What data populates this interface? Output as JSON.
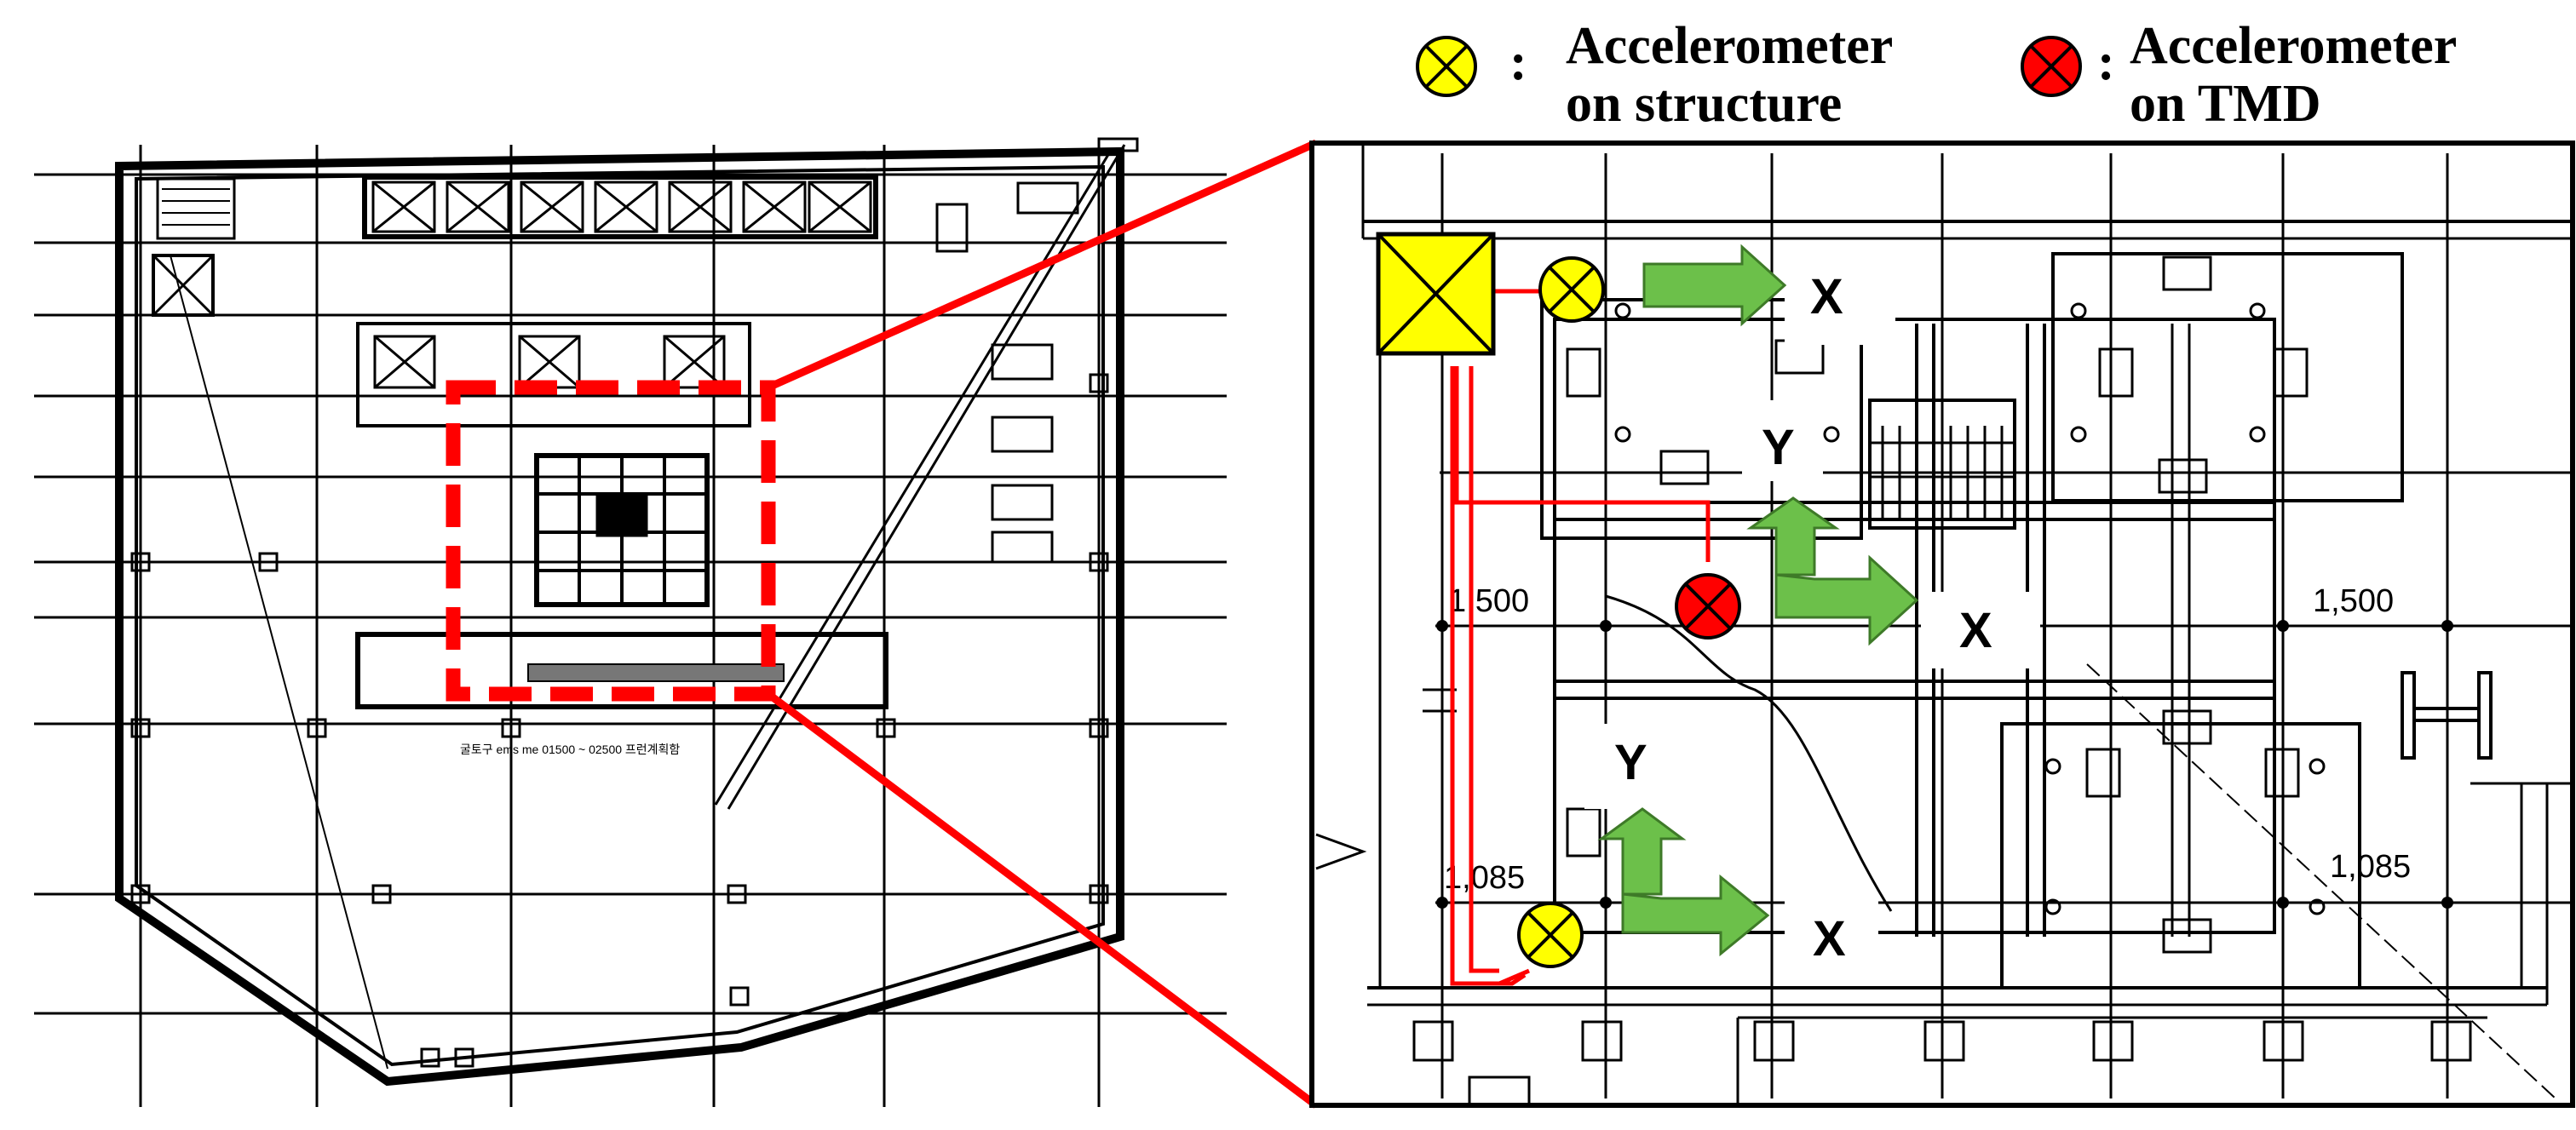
{
  "legend": {
    "items": [
      {
        "color": "#ffff00",
        "colon": ":",
        "label_line1": "Accelerometer",
        "label_line2": "on structure"
      },
      {
        "color": "#ff0000",
        "colon": ":",
        "label_line1": "Accelerometer",
        "label_line2": "on TMD"
      }
    ]
  },
  "detail": {
    "dimensions": {
      "top_left": "1,500",
      "top_right": "1,500",
      "bottom_left": "1,085",
      "bottom_right": "1,085"
    },
    "axis_labels": {
      "x_top": "X",
      "y_mid": "Y",
      "x_mid": "X",
      "y_bottom": "Y",
      "x_bottom": "X"
    }
  },
  "floor_plan": {
    "note": "굴토구 ems me 01500 ~ 02500 프런계획함"
  },
  "colors": {
    "highlight": "#ff0000",
    "structure_sensor": "#ffff00",
    "tmd_sensor": "#ff0000",
    "arrow": "#6cc04a",
    "drawing": "#000000"
  }
}
